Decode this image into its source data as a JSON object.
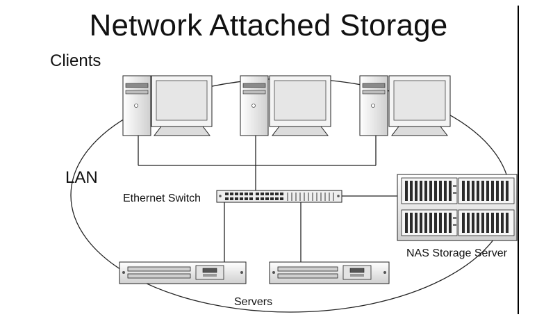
{
  "diagram": {
    "title": "Network Attached Storage",
    "labels": {
      "clients": "Clients",
      "lan": "LAN",
      "switch": "Ethernet Switch",
      "nas": "NAS Storage Server",
      "servers": "Servers"
    }
  },
  "colors": {
    "line": "#222222",
    "device_fill": "#f2f2f2",
    "device_mid": "#d8d8d8",
    "device_dark": "#9a9a9a",
    "screen": "#e9e9e9",
    "slot": "#2b2b2b"
  }
}
